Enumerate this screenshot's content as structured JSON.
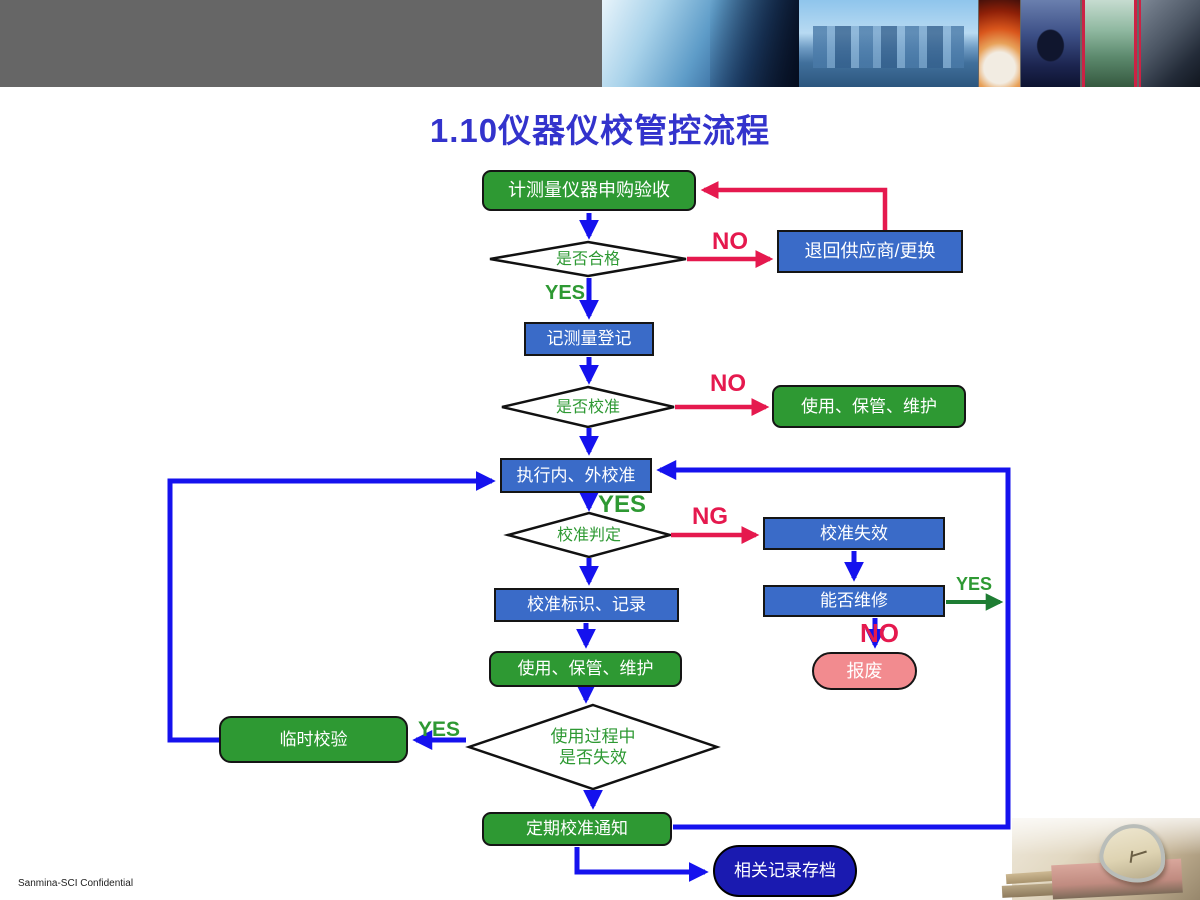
{
  "title": "1.10仪器仪校管控流程",
  "banner": {
    "images": [
      "handshake-photo",
      "city-skyline-photo",
      "furnace-orange-photo",
      "helicopter-photo",
      "factory-floor-photo",
      "machinery-dark-photo"
    ]
  },
  "flow": {
    "nodes": {
      "purchase": "计测量仪器申购验收",
      "return_supplier": "退回供应商/更换",
      "register": "记测量登记",
      "use_keep_maintain_right": "使用、保管、维护",
      "execute_calibration": "执行内、外校准",
      "calibration_invalid": "校准失效",
      "can_repair": "能否维修",
      "scrap": "报废",
      "calibration_mark_record": "校准标识、记录",
      "use_keep_maintain_mid": "使用、保管、维护",
      "temporary_check": "临时校验",
      "periodic_notice": "定期校准通知",
      "archive_records": "相关记录存档"
    },
    "decisions": {
      "qualified": "是否合格",
      "need_calibration": "是否校准",
      "calibration_judgement": "校准判定",
      "fail_in_use": "使用过程中\n是否失效"
    },
    "edge_labels": {
      "qualified_no": "NO",
      "qualified_yes": "YES",
      "need_calibration_no": "NO",
      "exec_yes": "YES",
      "judgement_ng": "NG",
      "repair_yes": "YES",
      "repair_no": "NO",
      "fail_yes": "YES"
    }
  },
  "footer": {
    "confidential": "Sanmina-SCI Confidential",
    "corner_image": "clock-on-books-photo"
  },
  "colors": {
    "banner_gray": "#666666",
    "title_blue": "#3333cc",
    "node_green": "#2e9933",
    "node_blue": "#3a6bc8",
    "node_navy": "#1a1ab0",
    "node_pink": "#f28b8f",
    "line_blue": "#1512ee",
    "line_red": "#e5194e",
    "line_green": "#1e7d33",
    "decision_text_green": "#2e9933"
  }
}
